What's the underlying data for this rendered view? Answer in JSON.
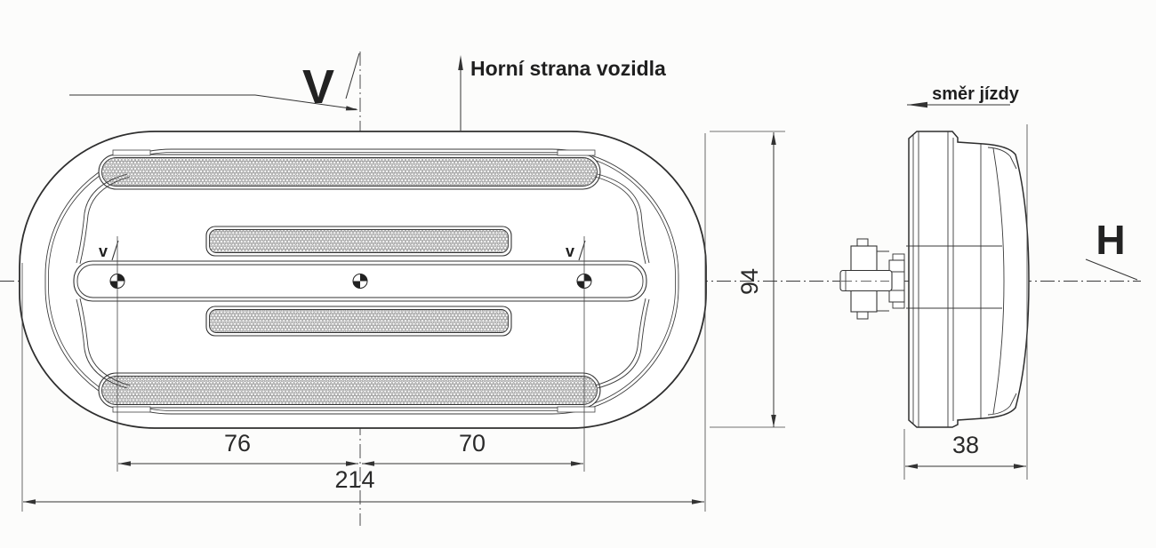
{
  "drawing": {
    "labels": {
      "v_plane": "V",
      "h_plane": "H",
      "top_of_vehicle": "Horní strana vozidla",
      "driving_direction": "směr jízdy",
      "v_mark_left": "v",
      "v_mark_right": "v"
    },
    "dimensions": {
      "left_mount_to_center": "76",
      "center_to_right_mount": "70",
      "total_width": "214",
      "height": "94",
      "depth": "38"
    },
    "colors": {
      "line": "#333333",
      "text": "#1f1f1f",
      "background": "#fcfcfb"
    }
  }
}
